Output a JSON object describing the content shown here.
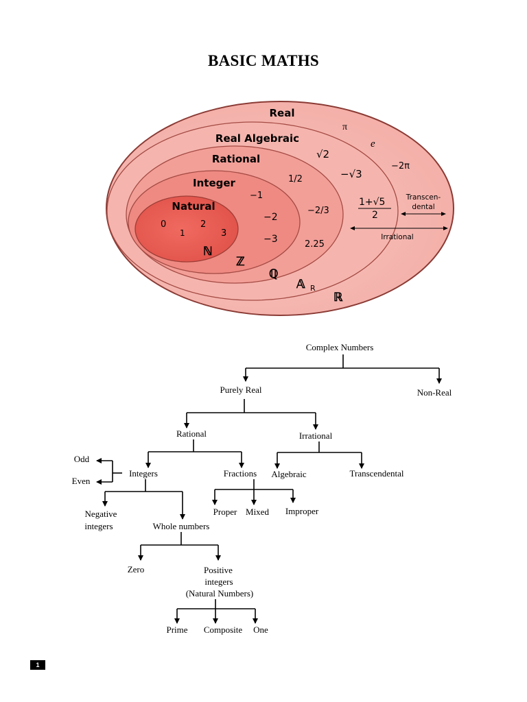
{
  "page": {
    "title": "BASIC MATHS",
    "page_number": "1"
  },
  "venn": {
    "sets": {
      "real": "Real",
      "real_algebraic": "Real Algebraic",
      "rational": "Rational",
      "integer": "Integer",
      "natural": "Natural"
    },
    "natural_numbers": [
      "0",
      "1",
      "2",
      "3"
    ],
    "integer_examples": [
      "−1",
      "−2",
      "−3"
    ],
    "rational_examples": {
      "half": "1/2",
      "neg_two_thirds": "−2/3",
      "decimal": "2.25"
    },
    "algebraic_examples": {
      "sqrt2": "√2",
      "neg_sqrt3": "−√3",
      "golden": "1+√5"
    },
    "golden_denominator": "2",
    "transcendental_examples": {
      "pi": "π",
      "e": "e",
      "neg_two_pi": "−2π"
    },
    "symbols": {
      "N": "ℕ",
      "Z": "ℤ",
      "Q": "ℚ",
      "A": "𝔸",
      "A_sub": "R",
      "R": "ℝ"
    },
    "annotations": {
      "transcendental_line1": "Transcen-",
      "transcendental_line2": "dental",
      "irrational": "Irrational"
    },
    "colors": {
      "real": "#f9d0cc",
      "algebraic": "#f6b7b1",
      "rational": "#f3a39c",
      "integer": "#ef8f87",
      "natural": "#e9645c",
      "stroke": "#8a3a34"
    }
  },
  "tree": {
    "complex": "Complex Numbers",
    "purely_real": "Purely Real",
    "non_real": "Non-Real",
    "rational": "Rational",
    "irrational": "Irrational",
    "odd": "Odd",
    "even": "Even",
    "integers": "Integers",
    "fractions": "Fractions",
    "algebraic": "Algebraic",
    "transcendental": "Transcendental",
    "negative_line1": "Negative",
    "negative_line2": "integers",
    "whole_numbers": "Whole numbers",
    "proper": "Proper",
    "mixed": "Mixed",
    "improper": "Improper",
    "zero": "Zero",
    "positive_line1": "Positive",
    "positive_line2": "integers",
    "positive_line3": "(Natural Numbers)",
    "prime": "Prime",
    "composite": "Composite",
    "one": "One"
  }
}
